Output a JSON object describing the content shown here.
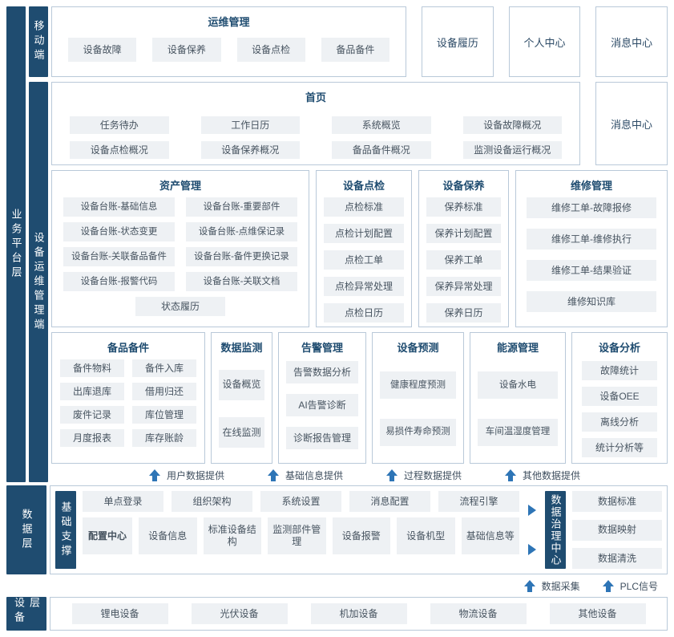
{
  "colors": {
    "navy": "#1f4c70",
    "arrow": "#2e75b6",
    "item_bg": "#eef1f4",
    "border": "#b9c9d9"
  },
  "layer_bars": {
    "business_platform": "业务平台层",
    "mobile": "移动端",
    "device_om": "设备运维管理端",
    "data_layer": "数据层",
    "device_layer": "设备层",
    "basic_support": "基础支撑",
    "data_governance": "数据治理中心"
  },
  "mobile_section": {
    "title": "运维管理",
    "items": [
      "设备故障",
      "设备保养",
      "设备点检",
      "备品备件"
    ],
    "standalone": [
      "设备履历",
      "个人中心",
      "消息中心"
    ]
  },
  "home_section": {
    "title": "首页",
    "row1": [
      "任务待办",
      "工作日历",
      "系统概览",
      "设备故障概况"
    ],
    "row2": [
      "设备点检概况",
      "设备保养概况",
      "备品备件概况",
      "监测设备运行概况"
    ],
    "message_center": "消息中心"
  },
  "asset_section": {
    "title": "资产管理",
    "items": [
      "设备台账-基础信息",
      "设备台账-重要部件",
      "设备台账-状态变更",
      "设备台账-点维保记录",
      "设备台账-关联备品备件",
      "设备台账-备件更换记录",
      "设备台账-报警代码",
      "设备台账-关联文档"
    ],
    "footer": "状态履历"
  },
  "inspection_section": {
    "title": "设备点检",
    "items": [
      "点检标准",
      "点检计划配置",
      "点检工单",
      "点检异常处理",
      "点检日历"
    ]
  },
  "maintenance_section": {
    "title": "设备保养",
    "items": [
      "保养标准",
      "保养计划配置",
      "保养工单",
      "保养异常处理",
      "保养日历"
    ]
  },
  "repair_section": {
    "title": "维修管理",
    "items": [
      "维修工单-故障报修",
      "维修工单-维修执行",
      "维修工单-结果验证",
      "维修知识库"
    ]
  },
  "spare_section": {
    "title": "备品备件",
    "items": [
      "备件物料",
      "备件入库",
      "出库退库",
      "借用归还",
      "废件记录",
      "库位管理",
      "月度报表",
      "库存账龄"
    ]
  },
  "monitor_section": {
    "title": "数据监测",
    "items": [
      "设备概览",
      "在线监测"
    ]
  },
  "alarm_section": {
    "title": "告警管理",
    "items": [
      "告警数据分析",
      "AI告警诊断",
      "诊断报告管理"
    ]
  },
  "predict_section": {
    "title": "设备预测",
    "items": [
      "健康程度预测",
      "易损件寿命预测"
    ]
  },
  "energy_section": {
    "title": "能源管理",
    "items": [
      "设备水电",
      "车间温湿度管理"
    ]
  },
  "analysis_section": {
    "title": "设备分析",
    "items": [
      "故障统计",
      "设备OEE",
      "离线分析",
      "统计分析等"
    ]
  },
  "platform_flows": [
    "用户数据提供",
    "基础信息提供",
    "过程数据提供",
    "其他数据提供"
  ],
  "data_section": {
    "row1": [
      "单点登录",
      "组织架构",
      "系统设置",
      "消息配置",
      "流程引擎"
    ],
    "config_center": "配置中心",
    "row2": [
      "设备信息",
      "标准设备结构",
      "监测部件管理",
      "设备报警",
      "设备机型",
      "基础信息等"
    ],
    "governance_items": [
      "数据标准",
      "数据映射",
      "数据清洗"
    ]
  },
  "data_flows": [
    "数据采集",
    "PLC信号"
  ],
  "device_section": {
    "items": [
      "锂电设备",
      "光伏设备",
      "机加设备",
      "物流设备",
      "其他设备"
    ]
  }
}
